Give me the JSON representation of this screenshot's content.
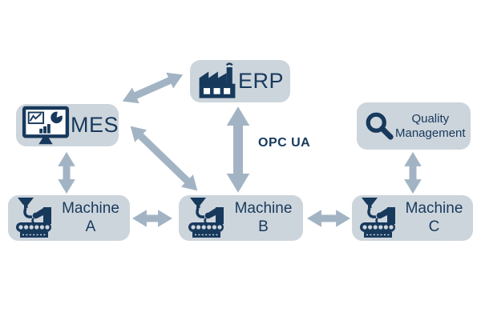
{
  "diagram": {
    "title": "",
    "colors": {
      "background": "#ffffff",
      "box_fill": "#cdd5dc",
      "icon_and_text": "#17395c",
      "arrow": "#a2b4c4"
    },
    "nodes": {
      "mes": {
        "label": "MES",
        "icon": "monitor-charts-icon"
      },
      "erp": {
        "label": "ERP",
        "icon": "factory-icon"
      },
      "quality": {
        "lines": [
          "Quality",
          "Management"
        ],
        "icon": "magnifier-icon"
      },
      "machine_a": {
        "lines": [
          "Machine",
          "A"
        ],
        "icon": "machine-icon"
      },
      "machine_b": {
        "lines": [
          "Machine",
          "B"
        ],
        "icon": "machine-icon"
      },
      "machine_c": {
        "lines": [
          "Machine",
          "C"
        ],
        "icon": "machine-icon"
      }
    },
    "edges": [
      {
        "from": "mes",
        "to": "erp",
        "style": "double-arrow",
        "label": ""
      },
      {
        "from": "mes",
        "to": "machine_a",
        "style": "double-arrow",
        "label": ""
      },
      {
        "from": "mes",
        "to": "machine_b",
        "style": "double-arrow",
        "label": ""
      },
      {
        "from": "erp",
        "to": "machine_b",
        "style": "double-arrow",
        "label": "OPC UA"
      },
      {
        "from": "machine_a",
        "to": "machine_b",
        "style": "double-arrow",
        "label": ""
      },
      {
        "from": "machine_b",
        "to": "machine_c",
        "style": "double-arrow",
        "label": ""
      },
      {
        "from": "quality",
        "to": "machine_c",
        "style": "double-arrow",
        "label": ""
      }
    ]
  }
}
